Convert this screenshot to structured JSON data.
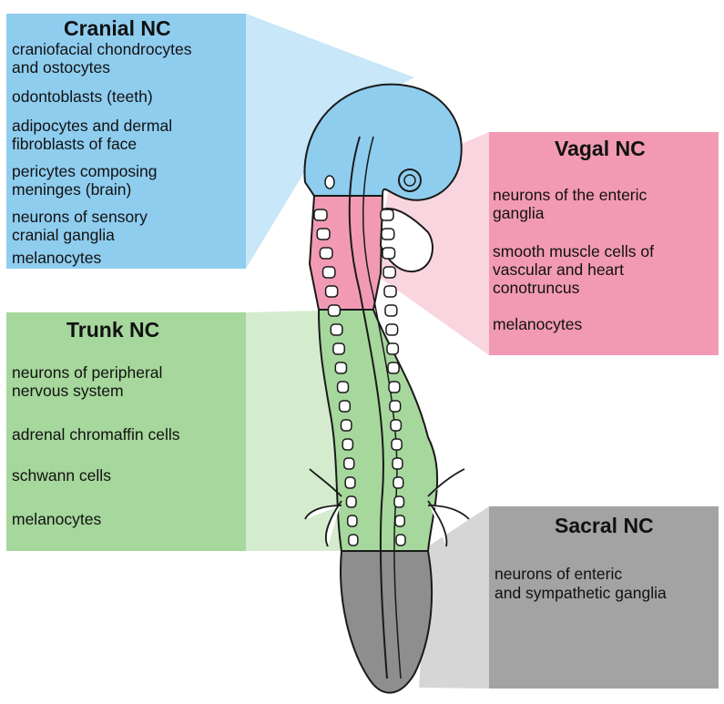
{
  "colors": {
    "cranial": "#8fcdef",
    "vagal": "#f29ab4",
    "trunk": "#a6d79c",
    "sacral": "#a3a3a3"
  },
  "panels": {
    "cranial": {
      "title": "Cranial NC",
      "items": [
        "craniofacial chondrocytes",
        "and ostocytes",
        "odontoblasts (teeth)",
        "adipocytes and dermal",
        "fibroblasts of face",
        "pericytes composing",
        "meninges (brain)",
        "neurons of sensory",
        "cranial ganglia",
        "melanocytes"
      ]
    },
    "vagal": {
      "title": "Vagal NC",
      "items": [
        "neurons of the enteric",
        "ganglia",
        "smooth muscle cells of",
        "vascular and heart",
        "conotruncus",
        "melanocytes"
      ]
    },
    "trunk": {
      "title": "Trunk NC",
      "items": [
        "neurons of peripheral",
        "nervous system",
        "adrenal chromaffin cells",
        "schwann cells",
        "melanocytes"
      ]
    },
    "sacral": {
      "title": "Sacral NC",
      "items": [
        "neurons of enteric",
        "and sympathetic ganglia"
      ]
    }
  }
}
